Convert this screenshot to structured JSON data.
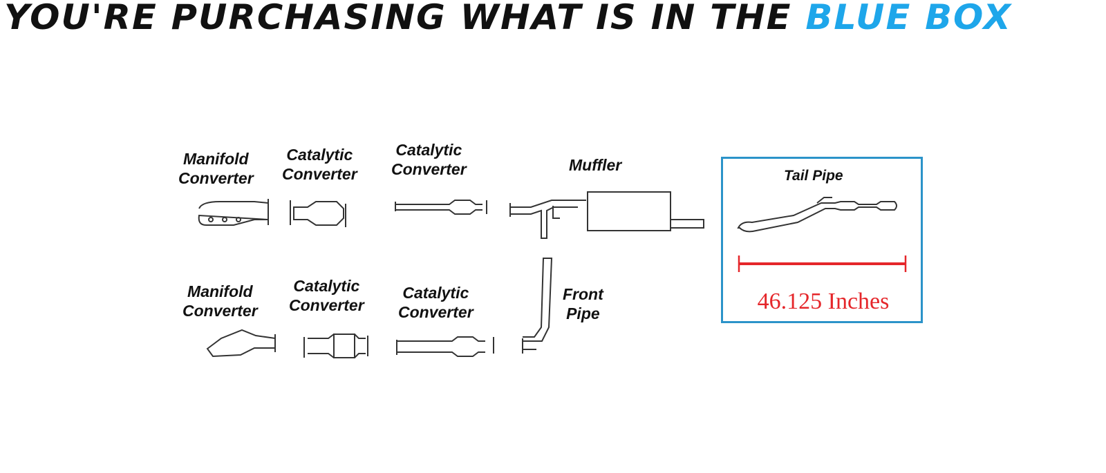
{
  "title": {
    "prefix": "YOU'RE PURCHASING WHAT IS IN THE",
    "highlight": "BLUE BOX"
  },
  "labels": {
    "manifold_top": [
      "Manifold",
      "Converter"
    ],
    "cat1_top": [
      "Catalytic",
      "Converter"
    ],
    "cat2_top": [
      "Catalytic",
      "Converter"
    ],
    "muffler": "Muffler",
    "manifold_bottom": [
      "Manifold",
      "Converter"
    ],
    "cat1_bottom": [
      "Catalytic",
      "Converter"
    ],
    "cat2_bottom": [
      "Catalytic",
      "Converter"
    ],
    "front_pipe": [
      "Front",
      "Pipe"
    ],
    "tail_pipe": "Tail Pipe"
  },
  "measurement": "46.125 Inches",
  "colors": {
    "highlight": "#1ea6ea",
    "box_border": "#2b93c9",
    "measure": "#e5262a"
  }
}
